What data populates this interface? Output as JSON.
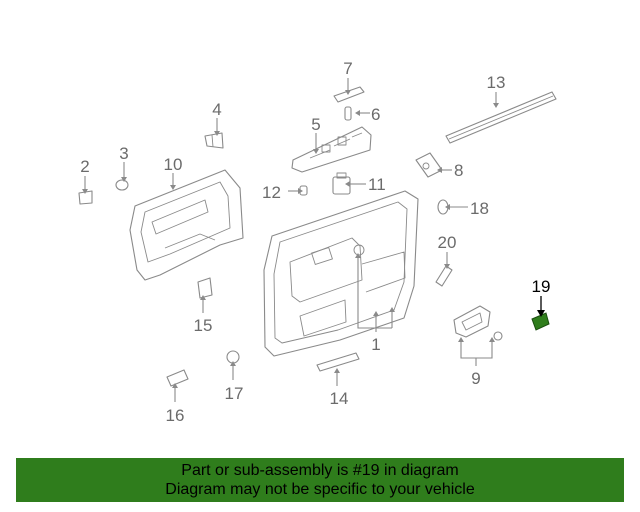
{
  "diagram": {
    "highlight_color": "#2f7d1c",
    "callouts": [
      {
        "id": "c1",
        "text": "1"
      },
      {
        "id": "c2",
        "text": "2"
      },
      {
        "id": "c3",
        "text": "3"
      },
      {
        "id": "c4",
        "text": "4"
      },
      {
        "id": "c5",
        "text": "5"
      },
      {
        "id": "c6",
        "text": "6"
      },
      {
        "id": "c7",
        "text": "7"
      },
      {
        "id": "c8",
        "text": "8"
      },
      {
        "id": "c9",
        "text": "9"
      },
      {
        "id": "c10",
        "text": "10"
      },
      {
        "id": "c11",
        "text": "11"
      },
      {
        "id": "c12",
        "text": "12"
      },
      {
        "id": "c13",
        "text": "13"
      },
      {
        "id": "c14",
        "text": "14"
      },
      {
        "id": "c15",
        "text": "15"
      },
      {
        "id": "c16",
        "text": "16"
      },
      {
        "id": "c17",
        "text": "17"
      },
      {
        "id": "c18",
        "text": "18"
      },
      {
        "id": "c19",
        "text": "19"
      },
      {
        "id": "c20",
        "text": "20"
      }
    ]
  },
  "banner": {
    "line1": "Part or sub-assembly is #19 in diagram",
    "line2": "Diagram may not be specific to your vehicle",
    "background": "#2f7d1c"
  }
}
